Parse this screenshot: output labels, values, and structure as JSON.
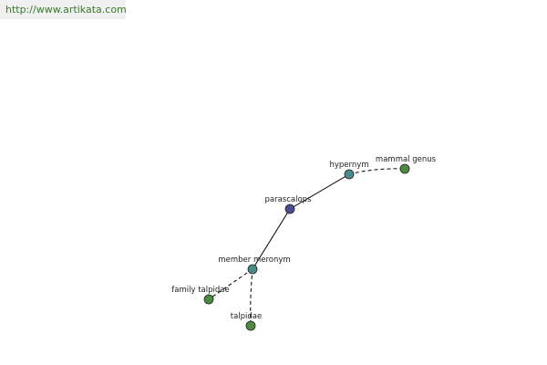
{
  "watermark": "http://www.artikata.com",
  "colors": {
    "center_node": "#4a4e8e",
    "relation_node": "#4a8a8a",
    "leaf_node": "#4f8a44",
    "edge": "#000000"
  },
  "nodes": {
    "parascalops": "parascalops",
    "hypernym": "hypernym",
    "mammal_genus": "mammal genus",
    "member_meronym": "member meronym",
    "family_talpidae": "family talpidae",
    "talpidae": "talpidae"
  }
}
